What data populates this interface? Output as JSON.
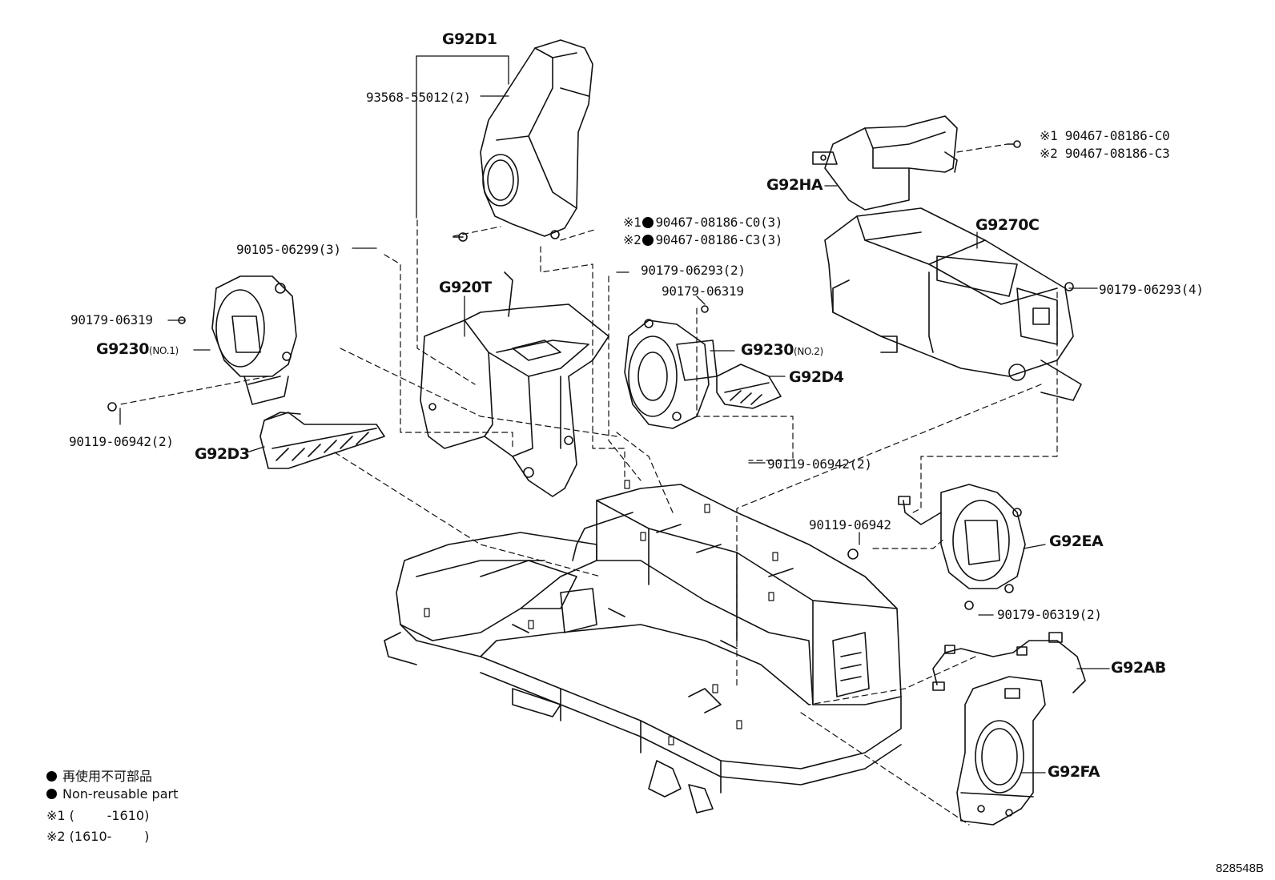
{
  "parts": {
    "g92d1": "G92D1",
    "p93568": "93568-55012(2)",
    "g92ha": "G92HA",
    "g9270c": "G9270C",
    "g920t": "G920T",
    "g9230_no1": "G9230",
    "g9230_no1_suffix": "(NO.1)",
    "g9230_no2": "G9230",
    "g9230_no2_suffix": "(NO.2)",
    "g92d4": "G92D4",
    "g92d3": "G92D3",
    "g92ea": "G92EA",
    "g92ab": "G92AB",
    "g92fa": "G92FA",
    "p90105": "90105-06299(3)",
    "p90179_06319_left": "90179-06319",
    "p90119_06942_2_left": "90119-06942(2)",
    "p90179_06293_2": "90179-06293(2)",
    "p90179_06319_mid": "90179-06319",
    "p90179_06293_4": "90179-06293(4)",
    "p90119_06942_2_mid": "90119-06942(2)",
    "p90119_06942": "90119-06942",
    "p90179_06319_2": "90179-06319(2)",
    "mid_note1_mark": "※1",
    "mid_note1_part": "90467-08186-C0(3)",
    "mid_note2_mark": "※2",
    "mid_note2_part": "90467-08186-C3(3)",
    "tr_note1_mark": "※1",
    "tr_note1_part": "90467-08186-C0",
    "tr_note2_mark": "※2",
    "tr_note2_part": "90467-08186-C3"
  },
  "legend": {
    "non_reusable_ja": "再使用不可部品",
    "non_reusable_en": "Non-reusable part",
    "note1": "※1 (        -1610)",
    "note2": "※2 (1610-        )"
  },
  "diagram_ref": "828548B"
}
